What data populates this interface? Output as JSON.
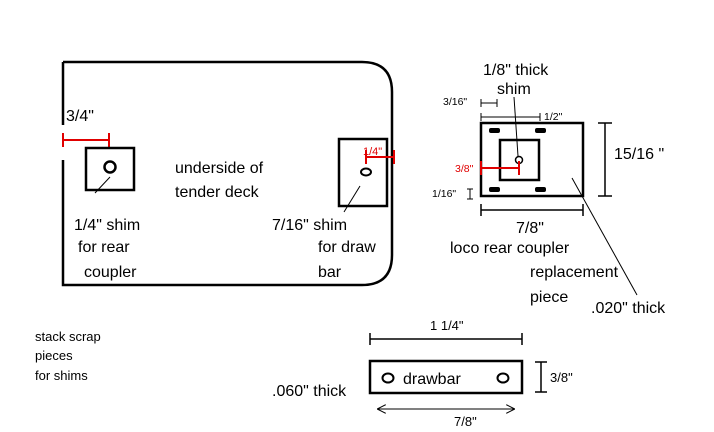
{
  "colors": {
    "ink": "#000000",
    "dimension": "#e00000",
    "background": "#ffffff"
  },
  "tender": {
    "dim_edge": "3/4\"",
    "label_line1": "underside of",
    "label_line2": "tender deck",
    "rear_shim": {
      "line1": "1/4\" shim",
      "line2": "for rear",
      "line3": "coupler"
    },
    "draw_shim": {
      "dim": "1/4\"",
      "line1": "7/16\" shim",
      "line2": "for draw",
      "line3": "bar"
    }
  },
  "loco": {
    "shim_line1": "1/8\" thick",
    "shim_line2": "shim",
    "dim_316": "3/16\"",
    "dim_12": "1/2\"",
    "dim_38": "3/8\"",
    "dim_116": "1/16\"",
    "dim_78": "7/8\"",
    "dim_1516": "15/16 \"",
    "label_line1": "loco rear coupler",
    "label_line2": "replacement",
    "label_line3": "piece",
    "thickness": ".020\" thick"
  },
  "scrap_note": {
    "line1": "stack scrap",
    "line2": "pieces",
    "line3": "for shims"
  },
  "drawbar": {
    "label": "drawbar",
    "length": "1 1/4\"",
    "width": "3/8\"",
    "hole_spacing": "7/8\"",
    "thickness": ".060\" thick"
  }
}
